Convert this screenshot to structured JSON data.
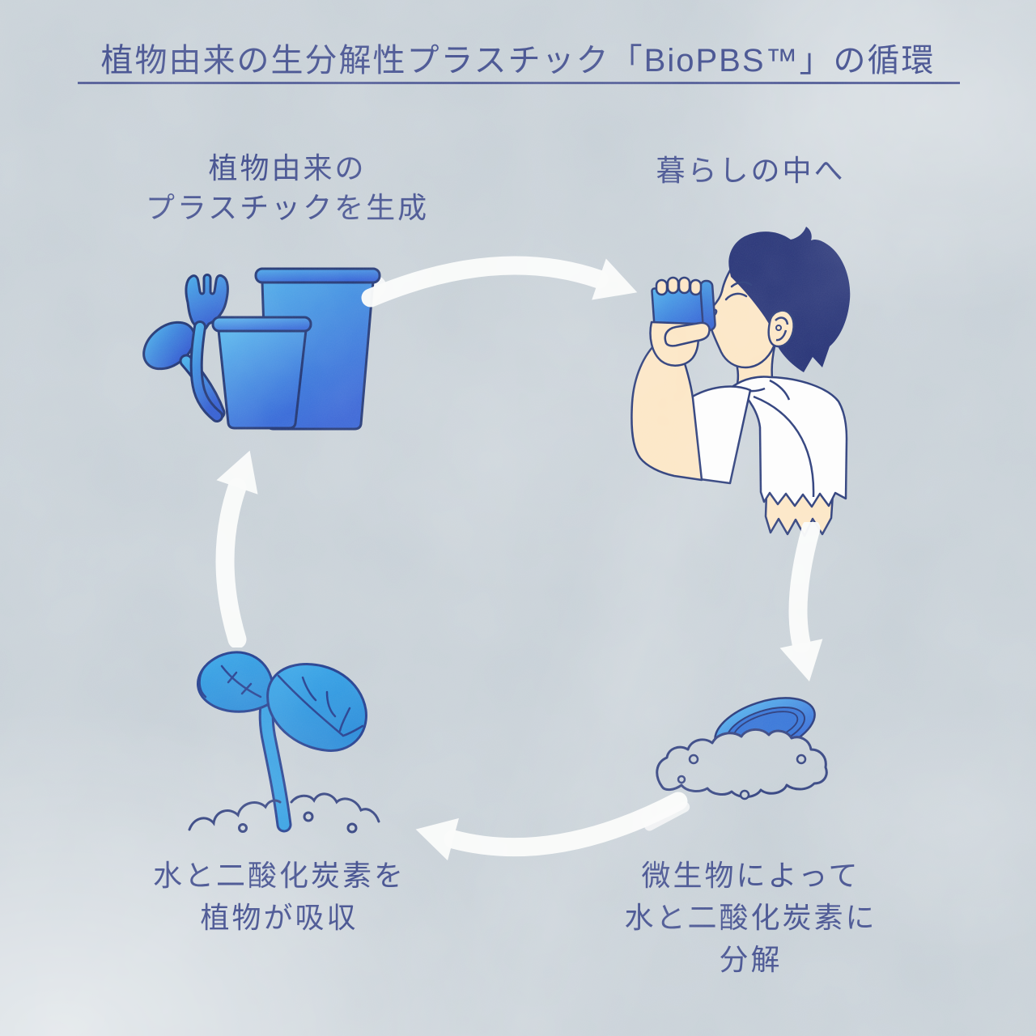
{
  "title": {
    "text": "植物由来の生分解性プラスチック「BioPBS™」の循環"
  },
  "cycle": {
    "direction": "clockwise",
    "arrow_count": 4,
    "steps": [
      {
        "id": "produce-plastic",
        "position": "top-left",
        "label_lines": [
          "植物由来の",
          "プラスチックを生成"
        ],
        "illustration": "blue-cups-and-cutlery"
      },
      {
        "id": "daily-life",
        "position": "top-right",
        "label_lines": [
          "暮らしの中へ"
        ],
        "illustration": "person-drinking-from-cup"
      },
      {
        "id": "microbial-decomposition",
        "position": "bottom-right",
        "label_lines": [
          "微生物によって",
          "水と二酸化炭素に",
          "分解"
        ],
        "illustration": "cup-decomposing-in-foam"
      },
      {
        "id": "plant-absorption",
        "position": "bottom-left",
        "label_lines": [
          "水と二酸化炭素を",
          "植物が吸収"
        ],
        "illustration": "seedling-sprout"
      }
    ]
  },
  "colors": {
    "background": "#c6cfd6",
    "text_navy": "#3e4b8c",
    "underline_navy": "#4e5994",
    "outline_navy": "#1c2f74",
    "illustration_blue_light": "#4fb2ec",
    "illustration_blue_dark": "#2a58d2",
    "plant_blue": "#2f9de2",
    "arrow_white": "#fafbfa",
    "skin": "#fce5c3",
    "hair_navy": "#202d72",
    "shirt_white": "#fdfdfd"
  }
}
